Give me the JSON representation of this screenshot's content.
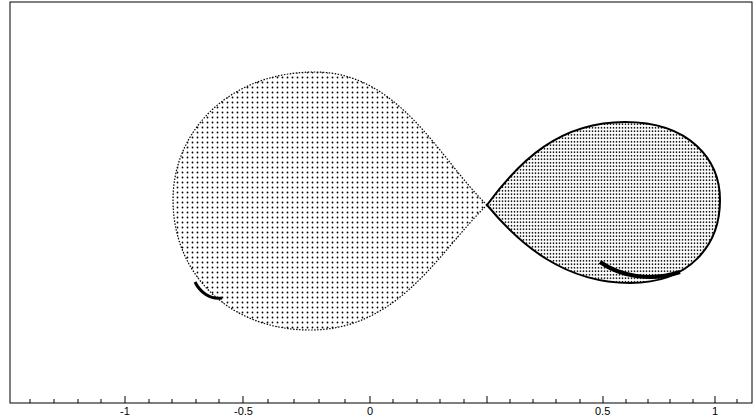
{
  "diagram": {
    "labels": [
      "-1",
      "-0.5",
      "0",
      "0.5",
      "1"
    ]
  }
}
